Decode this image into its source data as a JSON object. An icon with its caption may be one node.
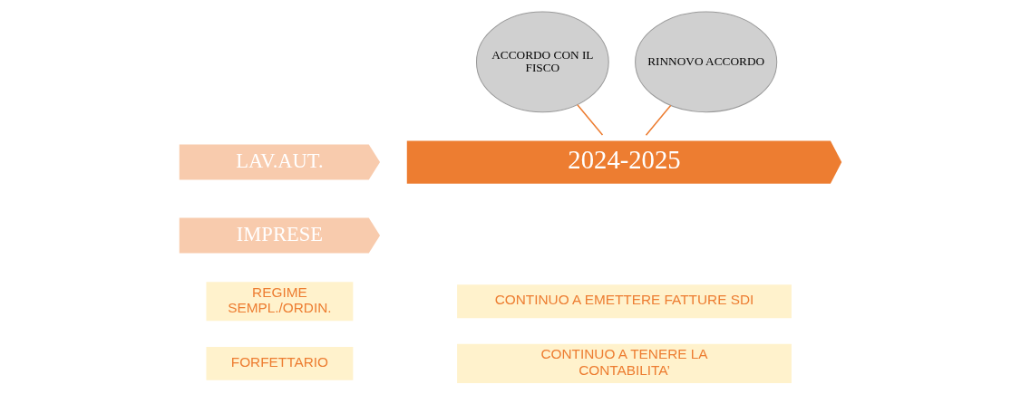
{
  "diagram": {
    "nodes": [
      {
        "text": [
          "LAV.AUT."
        ]
      },
      {
        "text": [
          "IMPRESE"
        ]
      },
      {
        "text": [
          "2024-2025"
        ]
      },
      {
        "text": [
          "ACCORDO CON IL FISCO"
        ]
      },
      {
        "text": [
          "RINNOVO ACCORDO"
        ]
      },
      {
        "text": [
          "REGIME SEMPL./ORDIN."
        ]
      },
      {
        "text": [
          "FORFETTARIO"
        ]
      },
      {
        "text": [
          "CONTINUO A EMETTERE FATTURE SDI"
        ]
      },
      {
        "text": [
          "CONTINUO A TENERE LA CONTABILITA’"
        ]
      }
    ],
    "edges": [
      {
        "from": 3,
        "to": 2,
        "arrow": "none"
      },
      {
        "from": 4,
        "to": 2,
        "arrow": "none"
      }
    ]
  }
}
